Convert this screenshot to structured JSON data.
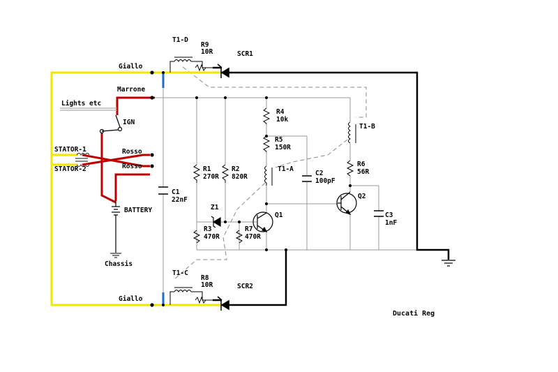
{
  "diagram": {
    "title": "Ducati Reg",
    "wires": {
      "giallo_top": "Giallo",
      "giallo_bottom": "Giallo",
      "marrone": "Marrone",
      "lights": "Lights etc",
      "ign": "IGN",
      "rosso_1": "Rosso",
      "rosso_2": "Rosso",
      "stator_1": "STATOR-1",
      "stator_2": "STATOR-2",
      "battery": "BATTERY",
      "chassis": "Chassis"
    },
    "components": {
      "t1d": "T1-D",
      "r9_name": "R9",
      "r9_value": "10R",
      "scr1": "SCR1",
      "t1c": "T1-C",
      "r8_name": "R8",
      "r8_value": "10R",
      "scr2": "SCR2",
      "r4_name": "R4",
      "r4_value": "10k",
      "r5_name": "R5",
      "r5_value": "150R",
      "t1a": "T1-A",
      "t1b": "T1-B",
      "r6_name": "R6",
      "r6_value": "56R",
      "r1_name": "R1",
      "r1_value": "270R",
      "r2_name": "R2",
      "r2_value": "820R",
      "c1_name": "C1",
      "c1_value": "22nF",
      "c2_name": "C2",
      "c2_value": "100pF",
      "c3_name": "C3",
      "c3_value": "1nF",
      "z1": "Z1",
      "q1": "Q1",
      "q2": "Q2",
      "r3_name": "R3",
      "r3_value": "470R",
      "r7_name": "R7",
      "r7_value": "470R"
    },
    "colors": {
      "yellow": "#f5e600",
      "red": "#c00000",
      "blue": "#1e6fd0",
      "wire": "#000000",
      "thin_wire": "#9a9a9a",
      "dashed": "#8a8a8a"
    }
  }
}
